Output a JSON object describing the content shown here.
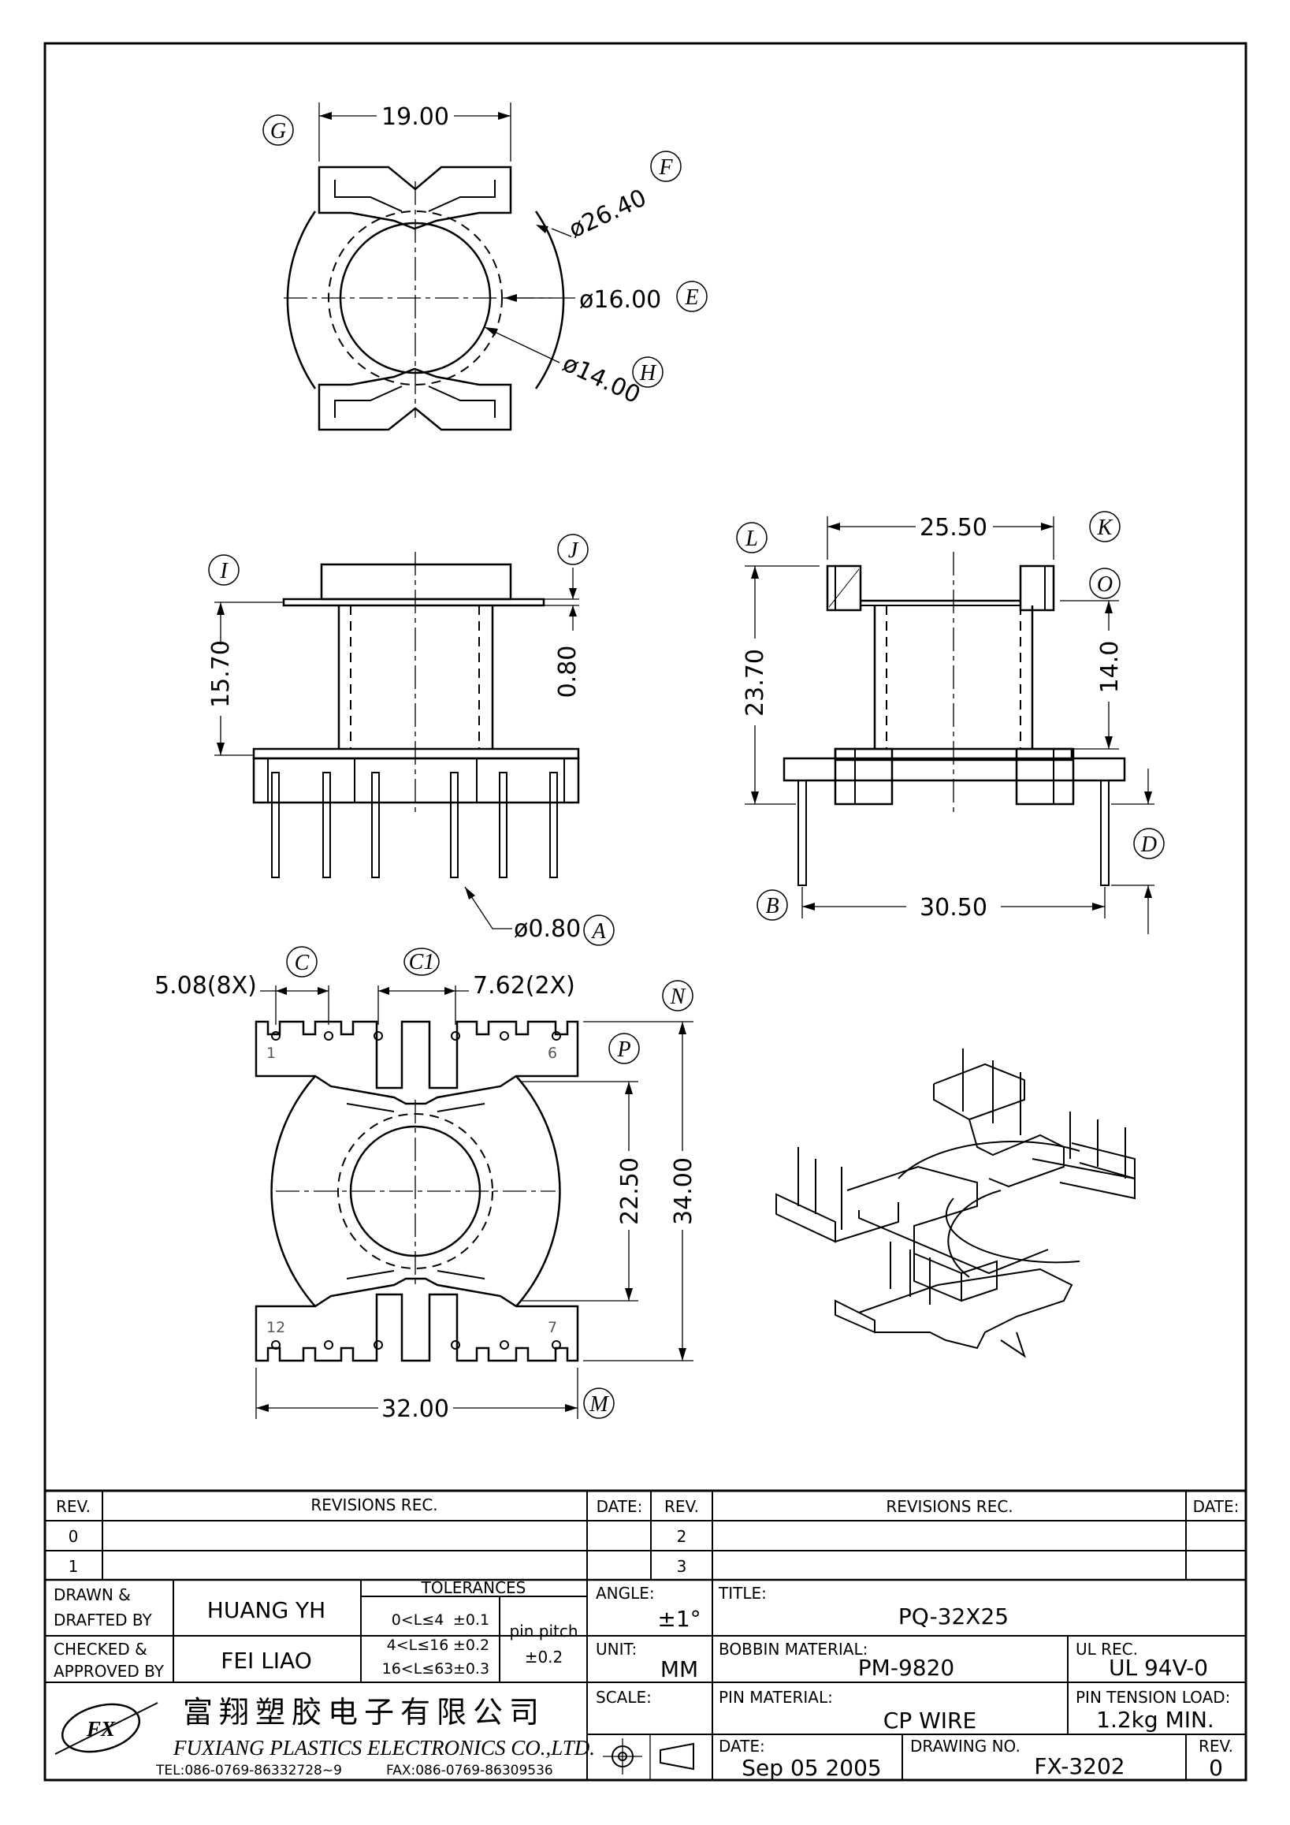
{
  "drawing": {
    "views": {
      "top": {
        "dims": {
          "width": "19.00",
          "outer_dia": "ø26.40",
          "inner_dia": "ø16.00",
          "hole_dia": "ø14.00"
        },
        "labels": {
          "G": "G",
          "F": "F",
          "E": "E",
          "H": "H"
        }
      },
      "front": {
        "dims": {
          "height": "15.70",
          "flange": "0.80",
          "pin_dia": "ø0.80"
        },
        "labels": {
          "I": "I",
          "J": "J",
          "A": "A"
        }
      },
      "side": {
        "dims": {
          "flange_width": "25.50",
          "total_height": "23.70",
          "body_height": "14.0",
          "pin_span": "30.50"
        },
        "labels": {
          "L": "L",
          "K": "K",
          "O": "O",
          "D": "D",
          "B": "B"
        }
      },
      "bottom": {
        "dims": {
          "pitch": "5.08(8X)",
          "pitch2": "7.62(2X)",
          "inner_height": "22.50",
          "total_height": "34.00",
          "base_width": "32.00"
        },
        "labels": {
          "C": "C",
          "C1": "C1",
          "N": "N",
          "P": "P",
          "M": "M"
        },
        "pin_numbers": {
          "p1": "1",
          "p6": "6",
          "p12": "12",
          "p7": "7"
        }
      }
    }
  },
  "title_block": {
    "revisions": {
      "headers": {
        "rev": "REV.",
        "rec": "REVISIONS   REC.",
        "date": "DATE:"
      },
      "rows_left": [
        "0",
        "1"
      ],
      "rows_right": [
        "2",
        "3"
      ]
    },
    "drawn_label_1": "DRAWN  &",
    "drawn_label_2": "DRAFTED BY",
    "drawn_value": "HUANG YH",
    "checked_label_1": "CHECKED &",
    "checked_label_2": "APPROVED BY",
    "checked_value": "FEI LIAO",
    "tolerances": {
      "title": "TOLERANCES",
      "rows": [
        {
          "range": "0<L≤4",
          "tol": "±0.1"
        },
        {
          "range": "4<L≤16",
          "tol": "±0.2"
        },
        {
          "range": "16<L≤63",
          "tol": "±0.3"
        }
      ],
      "pin_pitch_label": "pin pitch",
      "pin_pitch_value": "±0.2"
    },
    "angle_label": "ANGLE:",
    "angle_value": "±1°",
    "unit_label": "UNIT:",
    "unit_value": "MM",
    "scale_label": "SCALE:",
    "title_label": "TITLE:",
    "title_value": "PQ-32X25",
    "bobbin_label": "BOBBIN MATERIAL:",
    "bobbin_value": "PM-9820",
    "ul_label": "UL REC.",
    "ul_value": "UL 94V-0",
    "pin_material_label": "PIN MATERIAL:",
    "pin_material_value": "CP WIRE",
    "pin_tension_label": "PIN TENSION LOAD:",
    "pin_tension_value": "1.2kg MIN.",
    "date_label": "DATE:",
    "date_value": "Sep 05 2005",
    "drawing_no_label": "DRAWING NO.",
    "drawing_no_value": "FX-3202",
    "rev_label": "REV.",
    "rev_value": "0",
    "company_cn": "富翔塑胶电子有限公司",
    "company_en": "FUXIANG PLASTICS ELECTRONICS CO.,LTD.",
    "company_tel": "TEL:086-0769-86332728~9",
    "company_fax": "FAX:086-0769-86309536",
    "logo": "FX"
  }
}
